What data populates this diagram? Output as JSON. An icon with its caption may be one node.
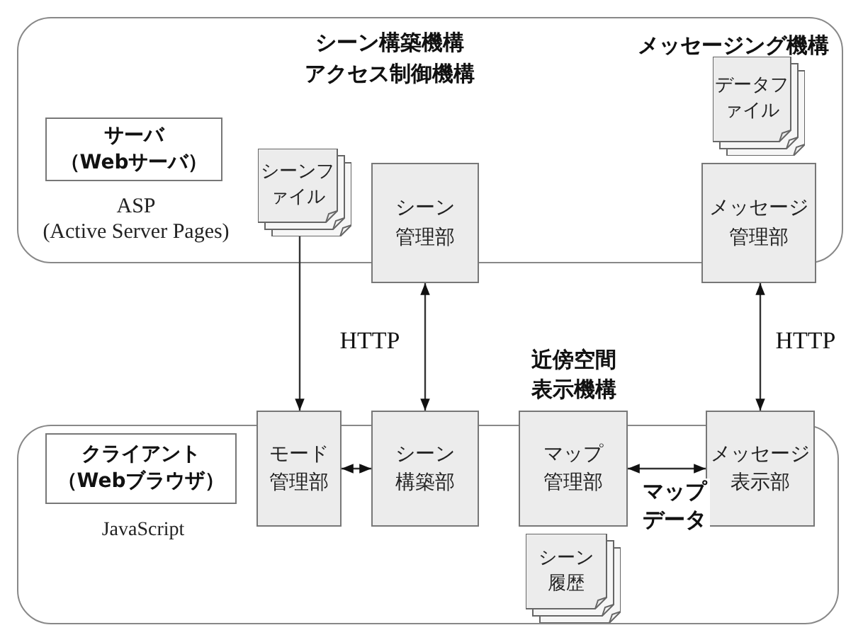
{
  "diagram": {
    "nodes": [
      {
        "text": [],
        "shape": "box"
      },
      {
        "text": [
          "サーバ",
          "（Webサーバ）"
        ],
        "beside": [
          "ASP",
          "(Active Server Pages)"
        ],
        "in": 0
      },
      {
        "text": [
          "シーンファイル"
        ],
        "in": 0
      },
      {
        "text": [
          "シーン管理部"
        ]
      },
      {
        "text": [
          "データファイル"
        ],
        "in": 0
      },
      {
        "text": [
          "メッセージ管理部"
        ]
      },
      {
        "text": [],
        "shape": "box"
      },
      {
        "text": [
          "クライアント",
          "（Webブラウザ）"
        ],
        "beside": [
          "JavaScript"
        ],
        "in": 6
      },
      {
        "text": [
          "モード管理部"
        ]
      },
      {
        "text": [
          "シーン構築部"
        ]
      },
      {
        "text": [
          "マップ管理部"
        ]
      },
      {
        "text": [
          "メッセージ表示部"
        ]
      },
      {
        "text": [
          "シーン履歴"
        ],
        "in": 6
      }
    ],
    "edges": [
      {
        "from": 2,
        "to": 8,
        "arrow": "to"
      },
      {
        "from": 3,
        "to": 9,
        "arrow": "both",
        "label": "HTTP"
      },
      {
        "from": 5,
        "to": 11,
        "arrow": "both",
        "label": "HTTP"
      },
      {
        "from": 8,
        "to": 9,
        "arrow": "both"
      },
      {
        "from": 10,
        "to": 11,
        "arrow": "both",
        "label": "マップデータ"
      }
    ],
    "labels": [
      "シーン構築機構",
      "アクセス制御機構",
      "メッセージング機構",
      "近傍空間表示機構"
    ]
  }
}
